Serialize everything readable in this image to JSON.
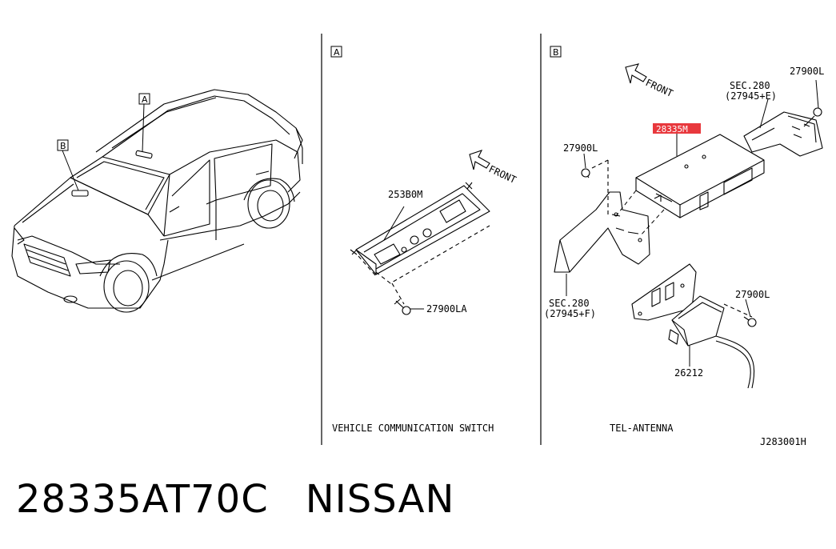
{
  "panels": {
    "a_marker": "A",
    "b_marker": "B",
    "car_marker_a": "A",
    "car_marker_b": "B"
  },
  "labels": {
    "switch_part": "253B0M",
    "screw_a": "27900LA",
    "front_a": "FRONT",
    "front_b": "FRONT",
    "screw_b1": "27900L",
    "screw_b2": "27900L",
    "screw_b3": "27900L",
    "sec_top": "SEC.280",
    "sec_top_ref": "(27945+E)",
    "sec_left": "SEC.280",
    "sec_left_ref": "(27945+F)",
    "antenna_part": "26212",
    "highlight_part": "28335M"
  },
  "captions": {
    "switch": "VEHICLE COMMUNICATION SWITCH",
    "antenna": "TEL-ANTENNA",
    "diagram_id": "J283001H"
  },
  "footer": {
    "part_number": "28335AT70C",
    "brand": "NISSAN"
  },
  "colors": {
    "highlight": "#e8383d",
    "ink": "#000000"
  }
}
